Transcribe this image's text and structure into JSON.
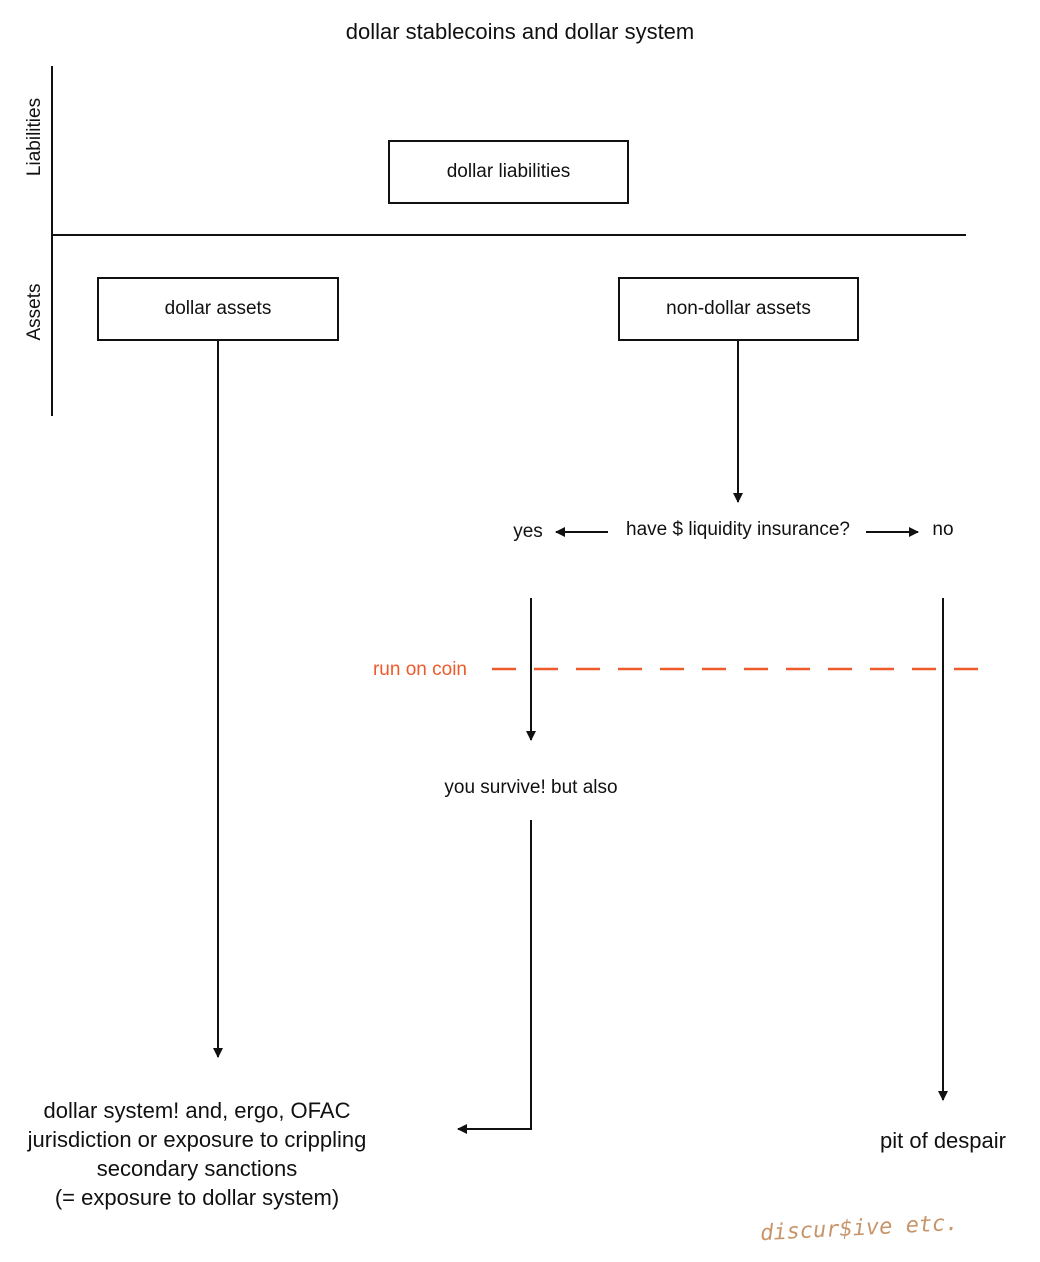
{
  "title": "dollar stablecoins and dollar system",
  "axis": {
    "liabilities_label": "Liabilities",
    "assets_label": "Assets"
  },
  "boxes": {
    "dollar_liabilities": "dollar liabilities",
    "dollar_assets": "dollar assets",
    "non_dollar_assets": "non-dollar assets"
  },
  "decision": {
    "question": "have $ liquidity insurance?",
    "yes": "yes",
    "no": "no"
  },
  "run_line": {
    "label": "run on coin",
    "color": "#ee5a2a"
  },
  "outcomes": {
    "survive": "you survive! but also",
    "dollar_system_lines": [
      "dollar system! and, ergo, OFAC",
      "jurisdiction or exposure to crippling",
      "secondary sanctions",
      "(= exposure to dollar system)"
    ],
    "pit": "pit of despair"
  },
  "watermark": {
    "text": "discur$ive etc.",
    "color": "#c8956a"
  }
}
